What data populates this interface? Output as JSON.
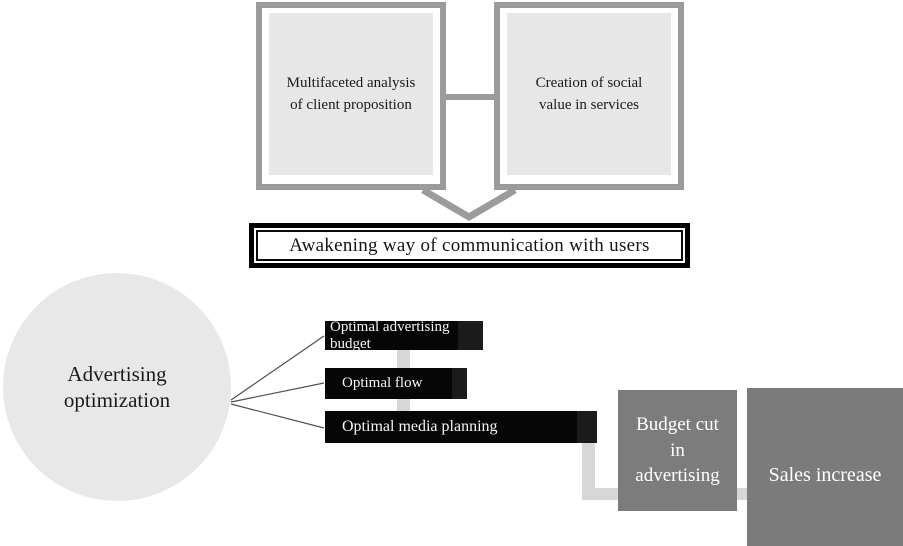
{
  "colors": {
    "frame_border_gray": "#9b9b9b",
    "inner_fill_gray": "#e7e7e7",
    "circle_gray": "#e8e8e8",
    "bar_black": "#060606",
    "banner_border_black": "#000000",
    "result_box_gray": "#7c7c7c",
    "connector_light_gray": "#d7d7d7",
    "fan_line_gray": "#4f4f4f"
  },
  "top_row": {
    "left_box": "Multifaceted analysis\nof client proposition",
    "right_box": "Creation of social\nvalue in services"
  },
  "banner": "Awakening way of communication with users",
  "circle": "Advertising\noptimization",
  "bars": [
    {
      "label": "Optimal advertising budget"
    },
    {
      "label": "Optimal flow"
    },
    {
      "label": "Optimal media planning"
    }
  ],
  "result_boxes": [
    {
      "label": "Budget cut\nin\nadvertising"
    },
    {
      "label": "Sales increase"
    }
  ]
}
